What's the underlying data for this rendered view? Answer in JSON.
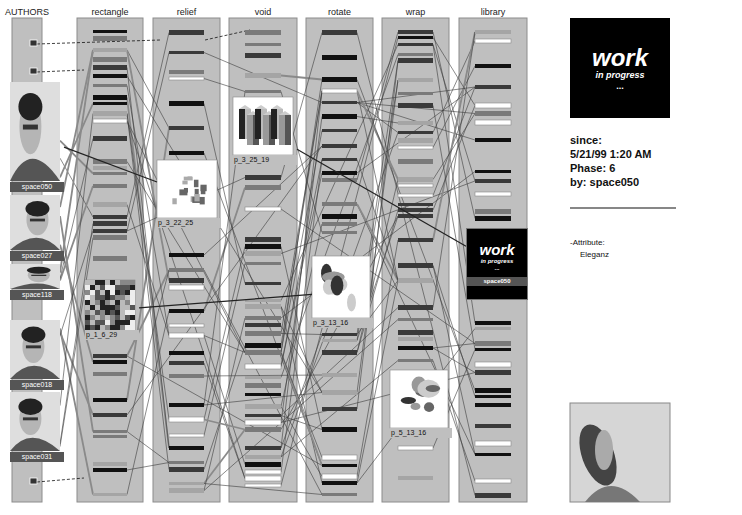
{
  "diagram": {
    "nodes": [
      {
        "text": [
          "AUTHORS"
        ]
      },
      {
        "text": [
          "space050"
        ],
        "in": 0
      },
      {
        "text": [
          "space027"
        ],
        "in": 0
      },
      {
        "text": [
          "space118"
        ],
        "in": 0
      },
      {
        "text": [
          "space018"
        ],
        "in": 0
      },
      {
        "text": [
          "space031"
        ],
        "in": 0
      },
      {
        "text": [
          "rectangle"
        ]
      },
      {
        "text": [
          "p_1_6_29"
        ],
        "in": 6
      },
      {
        "text": [
          "relief"
        ]
      },
      {
        "text": [
          "p_3_22_25"
        ],
        "in": 8
      },
      {
        "text": [
          "void"
        ]
      },
      {
        "text": [
          "p_3_25_19"
        ],
        "in": 10
      },
      {
        "text": [
          "rotate"
        ]
      },
      {
        "text": [
          "p_3_13_16"
        ],
        "in": 12
      },
      {
        "text": [
          "wrap"
        ]
      },
      {
        "text": [
          "p_5_13_16"
        ],
        "in": 14
      },
      {
        "text": [
          "library"
        ]
      },
      {
        "text": [
          "work",
          "in progress",
          "...",
          "space050"
        ],
        "in": 16
      },
      {
        "text": [
          "work",
          "in progress",
          "..."
        ]
      }
    ],
    "edges": [
      {
        "from": 1,
        "to": 9,
        "arrow": "none"
      },
      {
        "from": 7,
        "to": 13,
        "arrow": "none"
      },
      {
        "from": 11,
        "to": 17,
        "arrow": "none"
      }
    ],
    "labels": [
      "since:",
      "5/21/99 1:20 AM",
      "Phase: 6",
      "by: space050",
      "-Attribute:",
      "Eleganz"
    ]
  }
}
